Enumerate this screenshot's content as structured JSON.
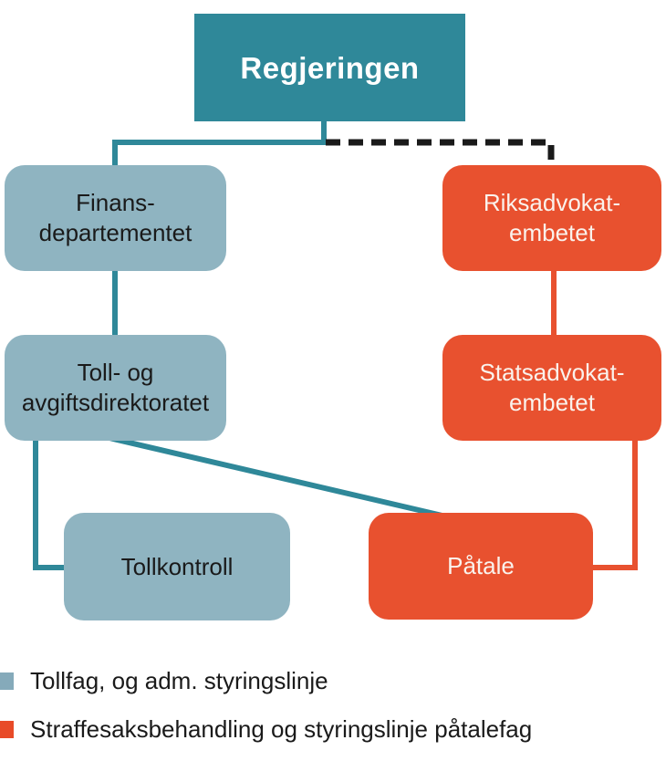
{
  "diagram": {
    "nodes": {
      "regjeringen": {
        "label": "Regjeringen"
      },
      "finansdepartementet": {
        "lines": [
          "Finans-",
          "departementet"
        ]
      },
      "riksadvokatembetet": {
        "lines": [
          "Riksadvokat-",
          "embetet"
        ]
      },
      "toll_og_avgiftsdirektoratet": {
        "lines": [
          "Toll- og",
          "avgiftsdirektoratet"
        ]
      },
      "statsadvokatembetet": {
        "lines": [
          "Statsadvokat-",
          "embetet"
        ]
      },
      "tollkontroll": {
        "label": "Tollkontroll"
      },
      "patale": {
        "label": "Påtale"
      }
    },
    "edges": [
      {
        "from": "Regjeringen",
        "to": "Finansdepartementet",
        "line": "solid",
        "color": "#2F8899"
      },
      {
        "from": "Finansdepartementet",
        "to": "Toll- og avgiftsdirektoratet",
        "line": "solid",
        "color": "#2F8899"
      },
      {
        "from": "Toll- og avgiftsdirektoratet",
        "to": "Tollkontroll",
        "line": "solid",
        "color": "#2F8899"
      },
      {
        "from": "Toll- og avgiftsdirektoratet",
        "to": "Påtale",
        "line": "solid",
        "color": "#2F8899"
      },
      {
        "from": "Regjeringen",
        "to": "Riksadvokatembetet",
        "line": "dashed",
        "color": "#1a1a1a"
      },
      {
        "from": "Riksadvokatembetet",
        "to": "Statsadvokatembetet",
        "line": "solid",
        "color": "#E8512F"
      },
      {
        "from": "Statsadvokatembetet",
        "to": "Påtale",
        "line": "solid",
        "color": "#E8512F"
      }
    ],
    "legend": {
      "items": [
        {
          "label": "Tollfag, og adm. styringslinje",
          "color": "#85AABA"
        },
        {
          "label": "Straffesaksbehandling og styringslinje påtalefag",
          "color": "#E84B28"
        }
      ]
    },
    "colors": {
      "teal": "#2F8899",
      "light_blue": "#8FB4C1",
      "orange": "#E8512F",
      "dashed_line": "#1a1a1a"
    }
  }
}
